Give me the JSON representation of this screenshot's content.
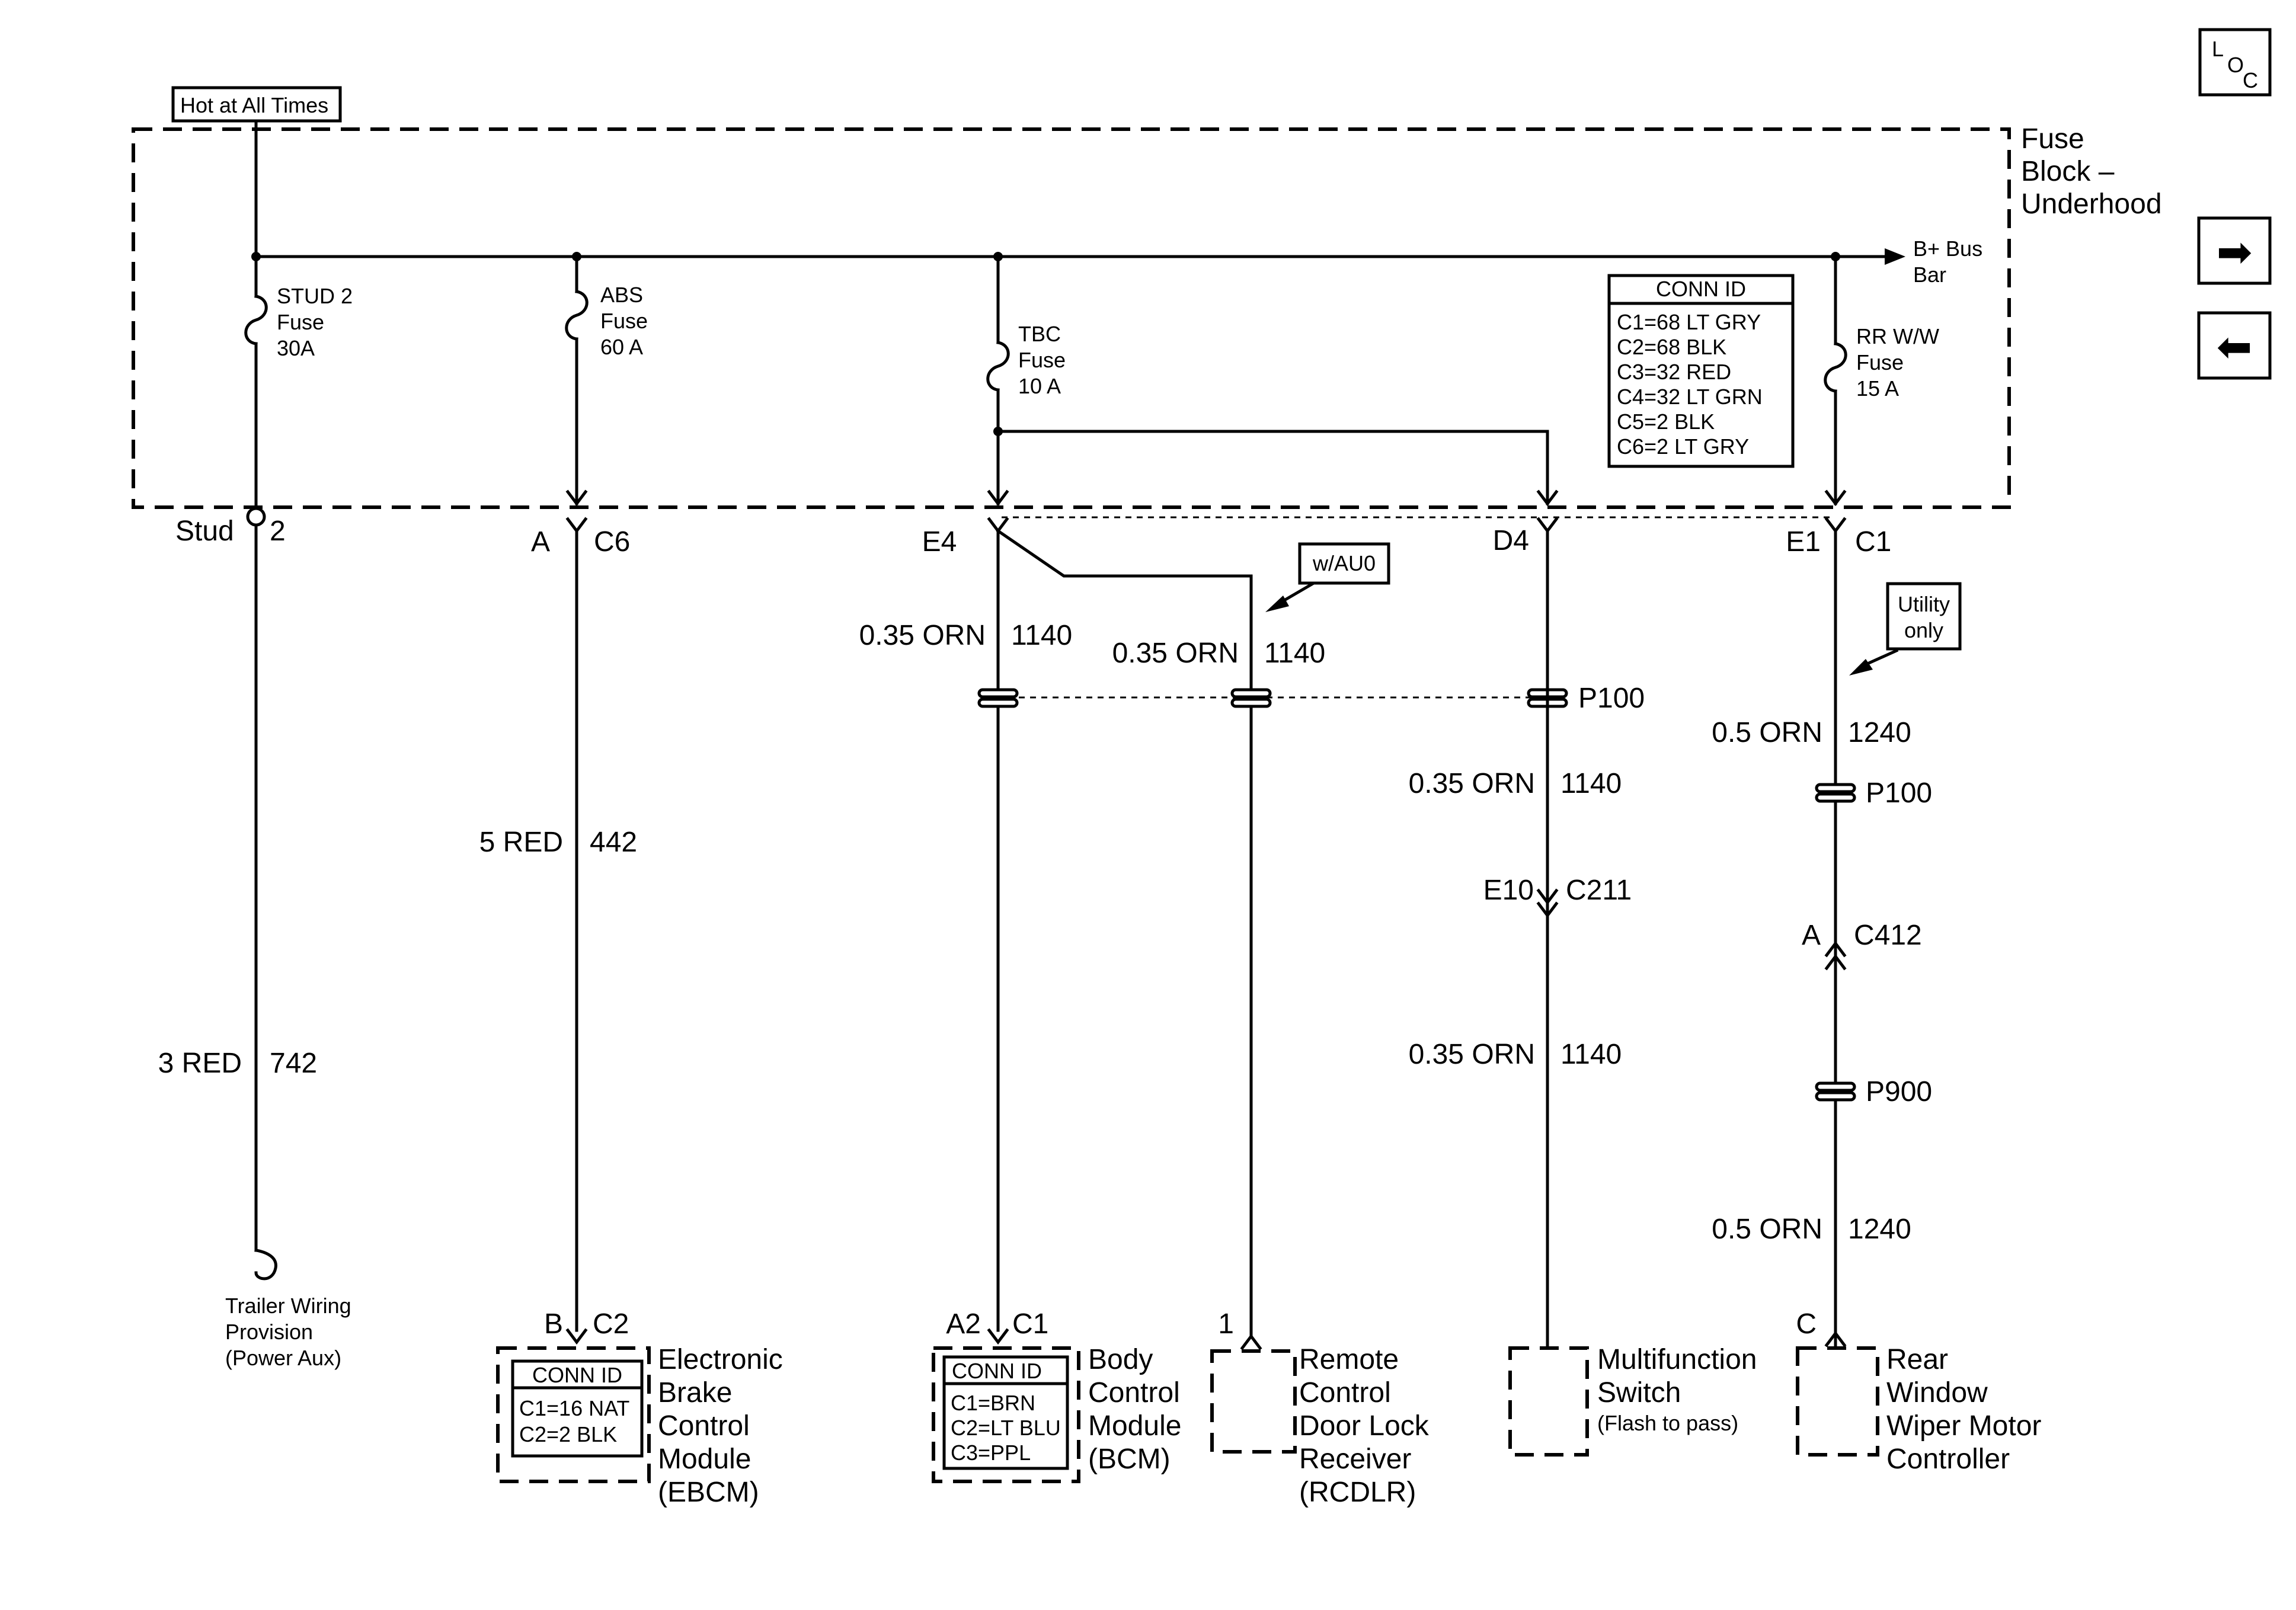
{
  "top_label": "Hot at All Times",
  "fuse_block": {
    "line1": "Fuse",
    "line2": "Block –",
    "line3": "Underhood"
  },
  "bus_bar": {
    "line1": "B+ Bus",
    "line2": "Bar"
  },
  "nav": {
    "loc_l": "L",
    "loc_o": "O",
    "loc_c": "C",
    "next_glyph": "➡",
    "back_glyph": "⬅"
  },
  "fuses": [
    {
      "name": "STUD 2",
      "word": "Fuse",
      "rating": "30A"
    },
    {
      "name": "ABS",
      "word": "Fuse",
      "rating": "60 A"
    },
    {
      "name": "TBC",
      "word": "Fuse",
      "rating": "10 A"
    },
    {
      "name": "RR W/W",
      "word": "Fuse",
      "rating": "15 A"
    }
  ],
  "fuse_conn_id": {
    "title": "CONN ID",
    "rows": [
      "C1=68 LT GRY",
      "C2=68 BLK",
      "C3=32 RED",
      "C4=32 LT GRN",
      "C5=2 BLK",
      "C6=2 LT GRY"
    ]
  },
  "connectors": {
    "stud_word": "Stud",
    "stud_num": "2",
    "c6_pin": "A",
    "c6_name": "C6",
    "e4": "E4",
    "d4": "D4",
    "c1_pin": "E1",
    "c1_name": "C1",
    "c211_pin": "E10",
    "c211_name": "C211",
    "c412_pin": "A",
    "c412_name": "C412",
    "ebcm_pin": "B",
    "ebcm_name": "C2",
    "bcm_pin": "A2",
    "bcm_name": "C1",
    "rcdlr_pin": "1",
    "rw_pin": "C"
  },
  "splices": {
    "p100_mid": "P100",
    "p100_right": "P100",
    "p900": "P900"
  },
  "options": {
    "au0": "w/AU0",
    "utility_line1": "Utility",
    "utility_line2": "only"
  },
  "wires": {
    "stud_color": "3 RED",
    "stud_circuit": "742",
    "abs_color": "5 RED",
    "abs_circuit": "442",
    "e4_color": "0.35 ORN",
    "e4_circuit": "1140",
    "au0_color": "0.35 ORN",
    "au0_circuit": "1140",
    "d4_upper_color": "0.35 ORN",
    "d4_upper_circuit": "1140",
    "d4_lower_color": "0.35 ORN",
    "d4_lower_circuit": "1140",
    "e1_upper_color": "0.5 ORN",
    "e1_upper_circuit": "1240",
    "e1_lower_color": "0.5 ORN",
    "e1_lower_circuit": "1240"
  },
  "trailer": {
    "line1": "Trailer Wiring",
    "line2": "Provision",
    "line3": "(Power Aux)"
  },
  "ebcm": {
    "conn_title": "CONN ID",
    "conn_rows": [
      "C1=16 NAT",
      "C2=2 BLK"
    ],
    "name_lines": [
      "Electronic",
      "Brake",
      "Control",
      "Module",
      "(EBCM)"
    ]
  },
  "bcm": {
    "conn_title": "CONN ID",
    "conn_rows": [
      "C1=BRN",
      "C2=LT BLU",
      "C3=PPL"
    ],
    "name_lines": [
      "Body",
      "Control",
      "Module",
      "(BCM)"
    ]
  },
  "rcdlr": {
    "name_lines": [
      "Remote",
      "Control",
      "Door Lock",
      "Receiver",
      "(RCDLR)"
    ]
  },
  "mfs": {
    "name_lines": [
      "Multifunction",
      "Switch"
    ],
    "note": "(Flash to pass)"
  },
  "rwwmc": {
    "name_lines": [
      "Rear",
      "Window",
      "Wiper Motor",
      "Controller"
    ]
  }
}
